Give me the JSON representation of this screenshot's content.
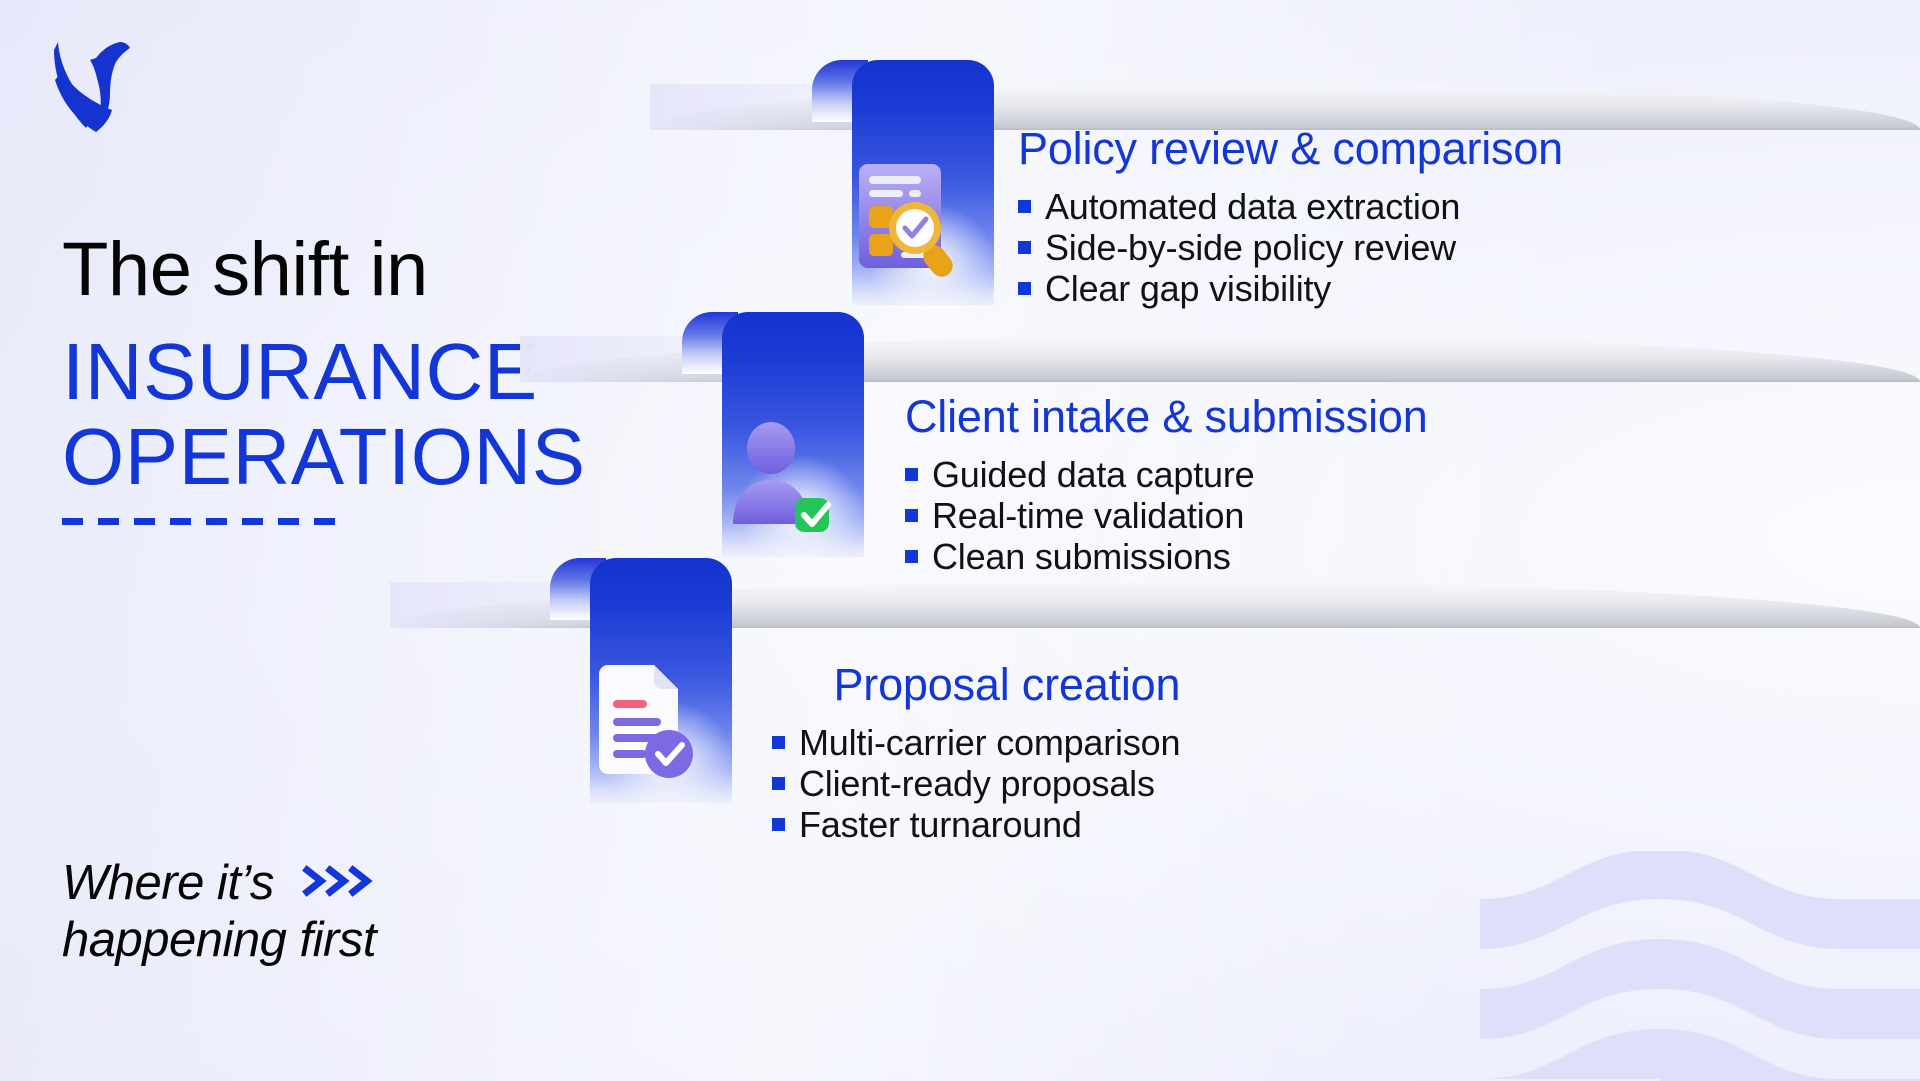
{
  "brand": {
    "logo_icon": "eagle-logo-icon",
    "accent_blue": "#1337d6",
    "ribbon_blue": "#1433cf",
    "background": "#e6e6fb"
  },
  "headline": {
    "line1": "The shift in",
    "line2": "INSURANCE",
    "line3": "OPERATIONS"
  },
  "kicker": {
    "line1": "Where it’s",
    "line2": "happening first",
    "chevrons_icon": "triple-chevron-right-icon"
  },
  "cards": [
    {
      "id": "policy-review",
      "title": "Policy review & comparison",
      "icon": "document-magnifier-icon",
      "bullets": [
        "Automated data extraction",
        "Side-by-side policy review",
        "Clear gap visibility"
      ]
    },
    {
      "id": "client-intake",
      "title": "Client intake & submission",
      "icon": "user-verified-icon",
      "bullets": [
        "Guided data capture",
        "Real-time validation",
        "Clean submissions"
      ]
    },
    {
      "id": "proposal-creation",
      "title": "Proposal creation",
      "icon": "document-check-icon",
      "bullets": [
        "Multi-carrier comparison",
        "Client-ready proposals",
        "Faster turnaround"
      ]
    }
  ],
  "decor": {
    "waves_icon": "wavy-stripes-decoration"
  }
}
